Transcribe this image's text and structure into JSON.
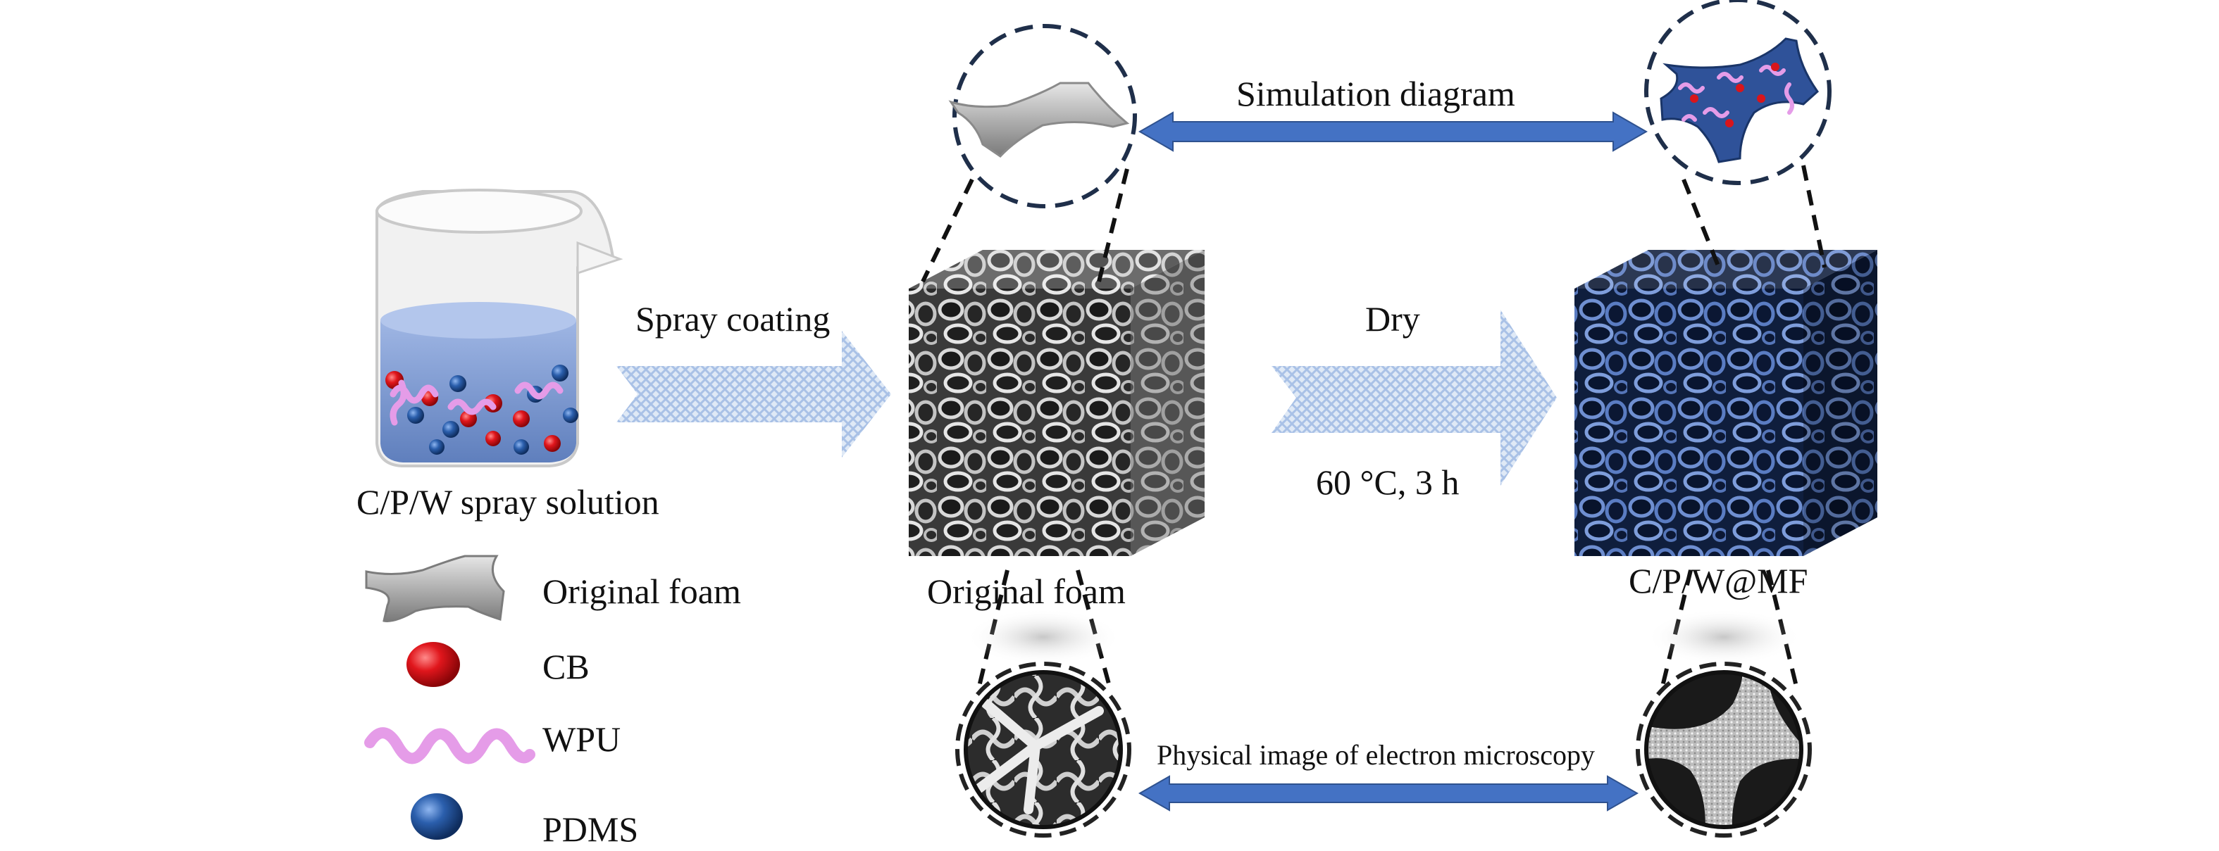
{
  "beaker": {
    "label": "C/P/W spray solution"
  },
  "process": {
    "step1": {
      "label": "Spray coating"
    },
    "step2": {
      "label": "Dry",
      "condition": "60 °C, 3 h"
    }
  },
  "cubes": {
    "original": {
      "label": "Original foam"
    },
    "coated": {
      "label": "C/P/W@MF"
    }
  },
  "comparisons": {
    "top": {
      "label": "Simulation diagram"
    },
    "bottom": {
      "label": "Physical image of electron microscopy"
    }
  },
  "legend": {
    "items": [
      {
        "label": "Original foam",
        "icon": "foam-strut-icon"
      },
      {
        "label": "CB",
        "icon": "red-sphere-icon"
      },
      {
        "label": "WPU",
        "icon": "pink-chain-icon"
      },
      {
        "label": "PDMS",
        "icon": "blue-sphere-icon"
      }
    ]
  },
  "colors": {
    "arrow_blue": "#4472c4",
    "solution_blue": "#7f9fd8",
    "cb_red": "#d9151b",
    "wpu_pink": "#e59ce8",
    "pdms_blue": "#2b5fad",
    "coated_foam": "#3b5ea8",
    "original_foam": "#8c8c8c"
  }
}
